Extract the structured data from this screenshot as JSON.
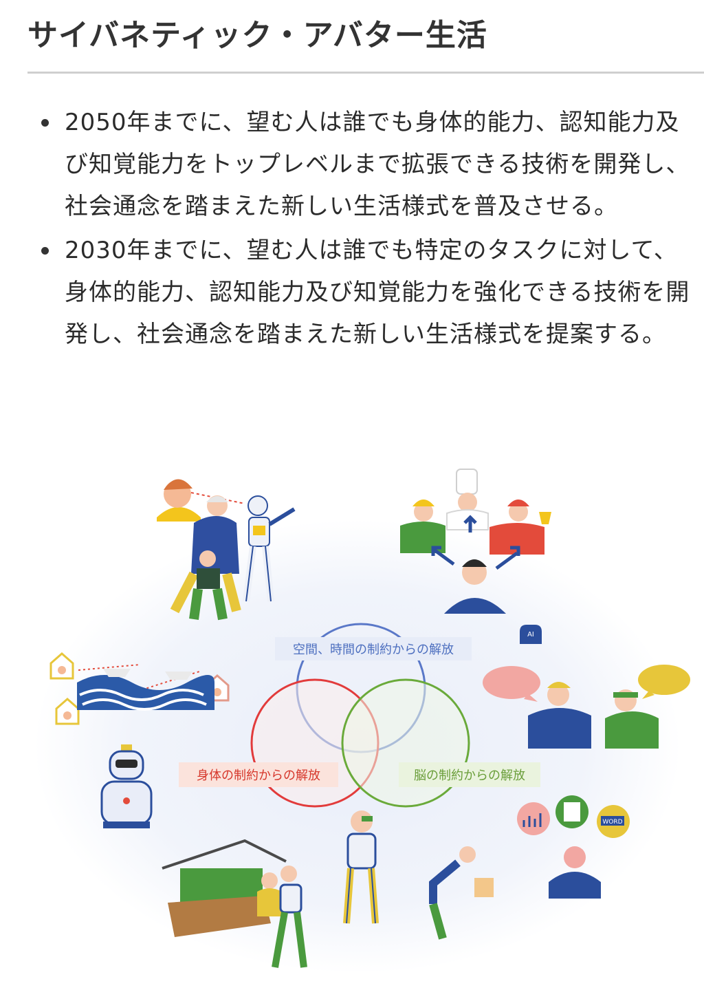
{
  "header": {
    "title": "サイバネティック・アバター生活"
  },
  "goals": [
    {
      "text": "2050年までに、望む人は誰でも身体的能力、認知能力及び知覚能力をトップレベルまで拡張できる技術を開発し、社会通念を踏まえた新しい生活様式を普及させる。"
    },
    {
      "text": "2030年までに、望む人は誰でも特定のタスクに対して、身体的能力、認知能力及び知覚能力を強化できる技術を開発し、社会通念を踏まえた新しい生活様式を提案する。"
    }
  ],
  "diagram": {
    "labels": {
      "space_time": "空間、時間の制約からの解放",
      "body": "身体の制約からの解放",
      "brain": "脳の制約からの解放"
    },
    "icon_texts": {
      "ai": "AI",
      "word": "WORD"
    },
    "colors": {
      "space_time": "#5a78c8",
      "body": "#e23b3b",
      "brain": "#6aaa3a",
      "background_glow": "#dfe7f6"
    }
  }
}
